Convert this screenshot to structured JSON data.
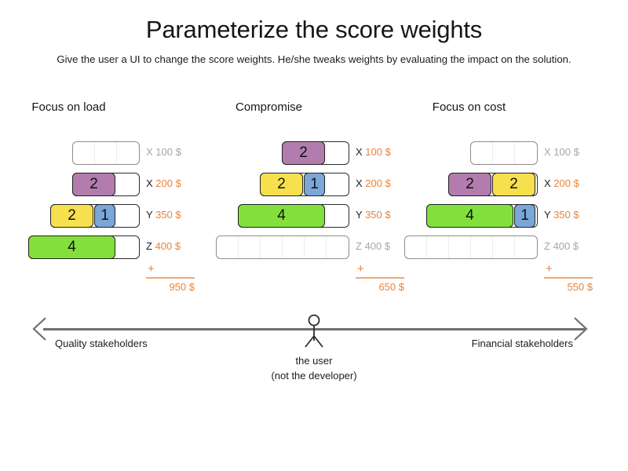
{
  "header": {
    "title": "Parameterize the score weights",
    "subtitle": "Give the user a UI to change the score weights. He/she tweaks weights by evaluating the impact on the solution."
  },
  "colors": {
    "purple": "#b27cae",
    "yellow": "#f7e04e",
    "blue": "#7aa7d8",
    "green": "#82e03c",
    "accent_orange": "#e8833a",
    "rule_orange": "#efa874",
    "inactive_gray": "#a6a6a6"
  },
  "plus_symbol": "+",
  "columns": [
    {
      "title": "Focus on load",
      "rows": [
        {
          "key": "X",
          "price": "100 $",
          "active": false,
          "cells": 3,
          "segments": []
        },
        {
          "key": "X",
          "price": "200 $",
          "active": true,
          "cells": 3,
          "segments": [
            {
              "color": "purple",
              "value": "2",
              "units": 2
            }
          ]
        },
        {
          "key": "Y",
          "price": "350 $",
          "active": true,
          "cells": 4,
          "segments": [
            {
              "color": "yellow",
              "value": "2",
              "units": 2
            },
            {
              "color": "blue",
              "value": "1",
              "units": 1
            }
          ]
        },
        {
          "key": "Z",
          "price": "400 $",
          "active": true,
          "cells": 5,
          "segments": [
            {
              "color": "green",
              "value": "4",
              "units": 4
            }
          ]
        }
      ],
      "total": "950 $"
    },
    {
      "title": "Compromise",
      "rows": [
        {
          "key": "X",
          "price": "100 $",
          "active": true,
          "cells": 3,
          "segments": [
            {
              "color": "purple",
              "value": "2",
              "units": 2
            }
          ]
        },
        {
          "key": "X",
          "price": "200 $",
          "active": true,
          "cells": 4,
          "segments": [
            {
              "color": "yellow",
              "value": "2",
              "units": 2
            },
            {
              "color": "blue",
              "value": "1",
              "units": 1
            }
          ]
        },
        {
          "key": "Y",
          "price": "350 $",
          "active": true,
          "cells": 5,
          "segments": [
            {
              "color": "green",
              "value": "4",
              "units": 4
            }
          ]
        },
        {
          "key": "Z",
          "price": "400 $",
          "active": false,
          "cells": 6,
          "segments": []
        }
      ],
      "total": "650 $"
    },
    {
      "title": "Focus on cost",
      "rows": [
        {
          "key": "X",
          "price": "100 $",
          "active": false,
          "cells": 3,
          "segments": []
        },
        {
          "key": "X",
          "price": "200 $",
          "active": true,
          "cells": 4,
          "segments": [
            {
              "color": "purple",
              "value": "2",
              "units": 2
            },
            {
              "color": "yellow",
              "value": "2",
              "units": 2
            }
          ]
        },
        {
          "key": "Y",
          "price": "350 $",
          "active": true,
          "cells": 5,
          "segments": [
            {
              "color": "green",
              "value": "4",
              "units": 4
            },
            {
              "color": "blue",
              "value": "1",
              "units": 1
            }
          ]
        },
        {
          "key": "Z",
          "price": "400 $",
          "active": false,
          "cells": 6,
          "segments": []
        }
      ],
      "total": "550 $"
    }
  ],
  "axis": {
    "left_label": "Quality stakeholders",
    "right_label": "Financial stakeholders",
    "user_caption_line1": "the user",
    "user_caption_line2": "(not the developer)"
  }
}
